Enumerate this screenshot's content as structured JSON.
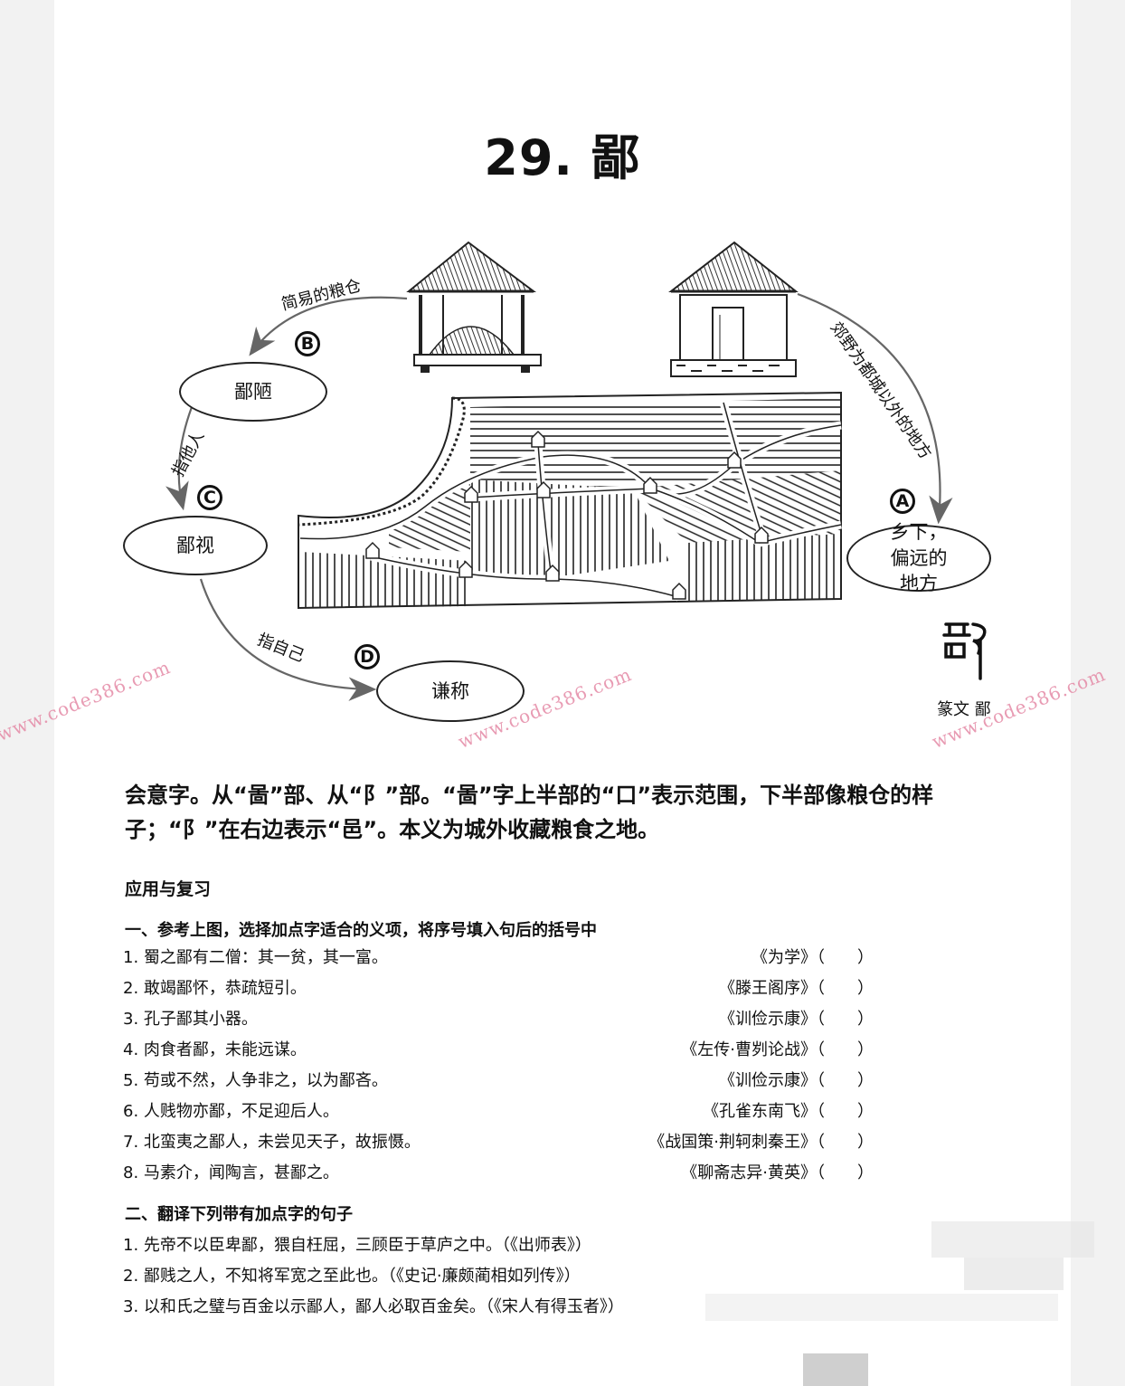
{
  "title": "29. 鄙",
  "diagram": {
    "nodes": {
      "bilou": "鄙陋",
      "bishi": "鄙视",
      "qiancheng": "谦称",
      "xiangxia": "乡下，偏远的地方"
    },
    "edge_labels": {
      "granary": "简易的粮仓",
      "outskirts": "郊野为都城以外的地方",
      "others": "指他人",
      "self": "指自己"
    },
    "markers": {
      "a": "A",
      "b": "B",
      "c": "C",
      "d": "D"
    },
    "seal_caption": "篆文 鄙"
  },
  "watermarks": [
    "www.code386.com",
    "www.code386.com",
    "www.code386.com"
  ],
  "description": "会意字。从“啚”部、从“阝”部。“啚”字上半部的“口”表示范围，下半部像粮仓的样子；“阝”在右边表示“邑”。本义为城外收藏粮食之地。",
  "review": {
    "heading": "应用与复习",
    "part1": {
      "heading": "一、参考上图，选择加点字适合的义项，将序号填入句后的括号中",
      "items": [
        {
          "text": "1. 蜀之鄙有二僧：其一贫，其一富。",
          "source": "《为学》（　　）"
        },
        {
          "text": "2. 敢竭鄙怀，恭疏短引。",
          "source": "《滕王阁序》（　　）"
        },
        {
          "text": "3. 孔子鄙其小器。",
          "source": "《训俭示康》（　　）"
        },
        {
          "text": "4. 肉食者鄙，未能远谋。",
          "source": "《左传·曹刿论战》（　　）"
        },
        {
          "text": "5. 苟或不然，人争非之，以为鄙吝。",
          "source": "《训俭示康》（　　）"
        },
        {
          "text": "6. 人贱物亦鄙，不足迎后人。",
          "source": "《孔雀东南飞》（　　）"
        },
        {
          "text": "7. 北蛮夷之鄙人，未尝见天子，故振慑。",
          "source": "《战国策·荆轲刺秦王》（　　）"
        },
        {
          "text": "8. 马素介，闻陶言，甚鄙之。",
          "source": "《聊斋志异·黄英》（　　）"
        }
      ]
    },
    "part2": {
      "heading": "二、翻译下列带有加点字的句子",
      "items": [
        "1. 先帝不以臣卑鄙，猥自枉屈，三顾臣于草庐之中。（《出师表》）",
        "2. 鄙贱之人，不知将军宽之至此也。（《史记·廉颇蔺相如列传》）",
        "3. 以和氏之璧与百金以示鄙人，鄙人必取百金矣。（《宋人有得玉者》）"
      ]
    }
  }
}
